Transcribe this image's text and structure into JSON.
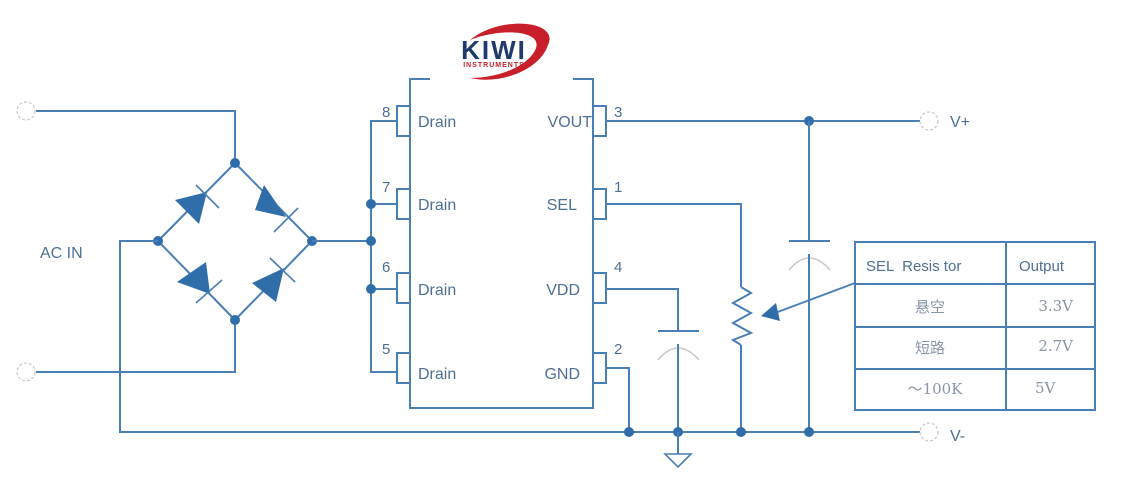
{
  "logo": {
    "name": "KIWI",
    "subtitle": "INSTRUMENTS",
    "colors": {
      "text": "#1f3a6b",
      "swoosh": "#c8202a"
    }
  },
  "colors": {
    "wire": "#4a7fb5",
    "junction": "#2f6ea8",
    "label": "#4f6f94"
  },
  "input": {
    "label": "AC IN"
  },
  "outputs": {
    "positive": "V+",
    "negative": "V-"
  },
  "ic": {
    "left_pins": [
      {
        "number": "8",
        "name": "Drain"
      },
      {
        "number": "7",
        "name": "Drain"
      },
      {
        "number": "6",
        "name": "Drain"
      },
      {
        "number": "5",
        "name": "Drain"
      }
    ],
    "right_pins": [
      {
        "number": "3",
        "name": "VOUT"
      },
      {
        "number": "1",
        "name": "SEL"
      },
      {
        "number": "4",
        "name": "VDD"
      },
      {
        "number": "2",
        "name": "GND"
      }
    ]
  },
  "table": {
    "headers": [
      "SEL  Resis tor",
      "Output"
    ],
    "rows": [
      {
        "resistor": "悬空",
        "output": "3.3V"
      },
      {
        "resistor": "短路",
        "output": "2.7V"
      },
      {
        "resistor": "～100K",
        "output": "5V"
      }
    ]
  }
}
